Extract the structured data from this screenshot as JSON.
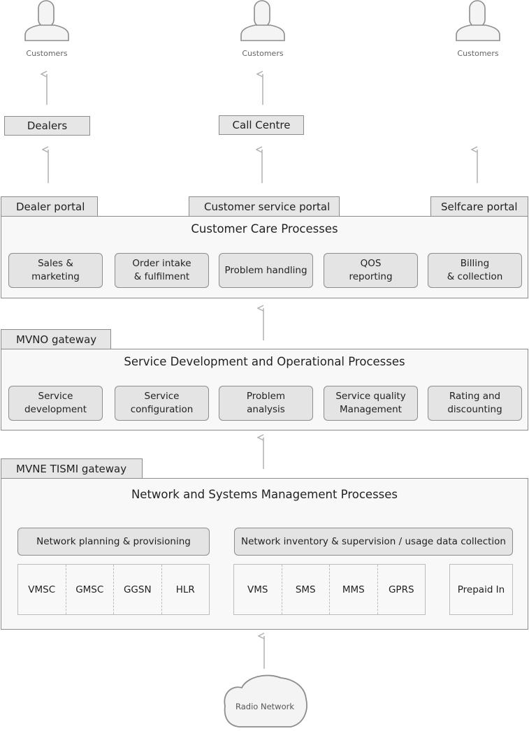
{
  "customers": [
    {
      "label": "Customers"
    },
    {
      "label": "Customers"
    },
    {
      "label": "Customers"
    }
  ],
  "channels": {
    "dealers": "Dealers",
    "call_centre": "Call Centre"
  },
  "portals": {
    "dealer": "Dealer portal",
    "customer_service": "Customer service portal",
    "selfcare": "Selfcare portal"
  },
  "customer_care": {
    "title": "Customer Care Processes",
    "items": [
      "Sales &\nmarketing",
      "Order intake\n& fulfilment",
      "Problem handling",
      "QOS\nreporting",
      "Billing\n& collection"
    ]
  },
  "mvno_gateway": "MVNO gateway",
  "service_dev": {
    "title": "Service Development and Operational Processes",
    "items": [
      "Service\ndevelopment",
      "Service\nconfiguration",
      "Problem\nanalysis",
      "Service quality\nManagement",
      "Rating and\ndiscounting"
    ]
  },
  "mvne_gateway": "MVNE TISMI gateway",
  "network": {
    "title": "Network and Systems Management Processes",
    "planning": "Network planning & provisioning",
    "inventory": "Network inventory & supervision / usage data collection",
    "group1": [
      "VMSC",
      "GMSC",
      "GGSN",
      "HLR"
    ],
    "group2": [
      "VMS",
      "SMS",
      "MMS",
      "GPRS"
    ],
    "prepaid": "Prepaid In"
  },
  "radio": "Radio Network"
}
